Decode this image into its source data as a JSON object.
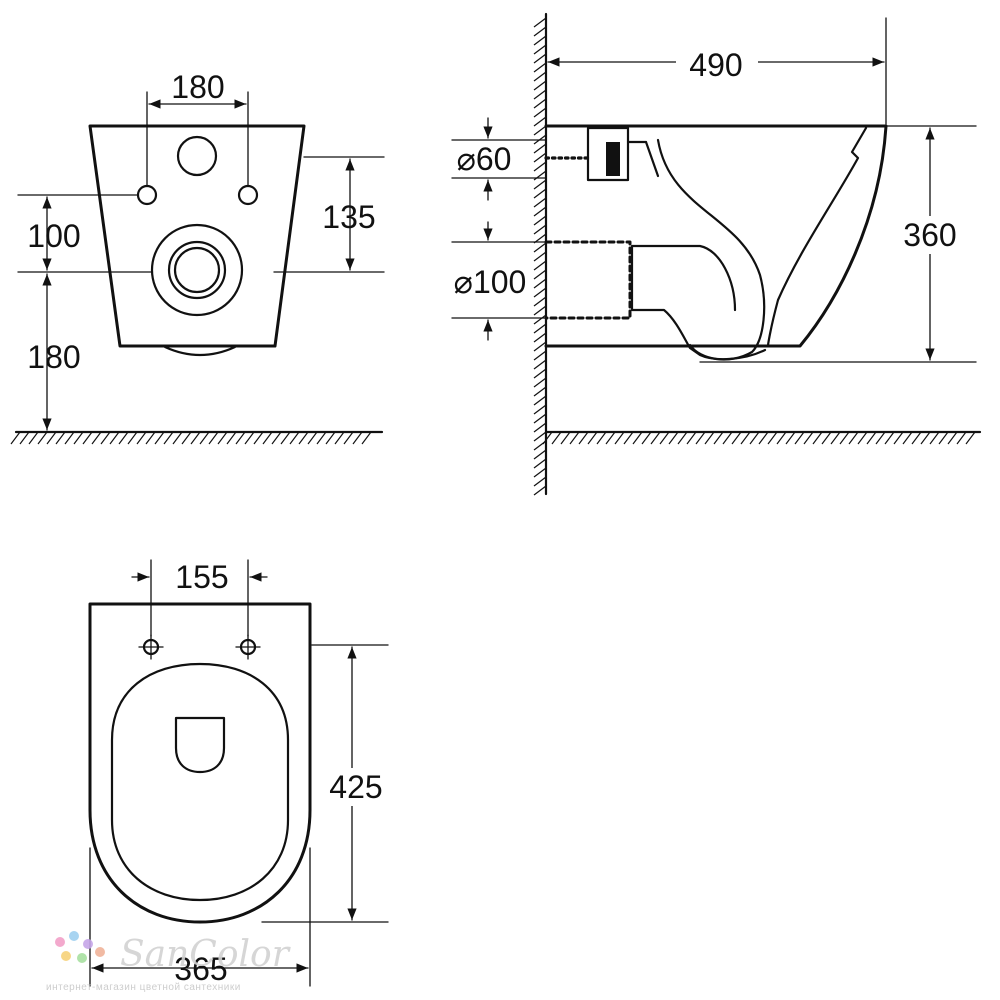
{
  "front_view": {
    "dim_width_mounting": "180",
    "dim_hole_spacing": "100",
    "dim_outlet_offset": "135",
    "dim_floor_height": "180"
  },
  "side_view": {
    "dim_depth": "490",
    "dim_inlet_diameter": "⌀60",
    "dim_outlet_diameter": "⌀100",
    "dim_height": "360"
  },
  "top_view": {
    "dim_bolt_spacing": "155",
    "dim_bowl_length": "425",
    "dim_width": "365"
  },
  "watermark": {
    "brand": "SanColor",
    "tagline": "интернет-магазин цветной сантехники",
    "dot_colors": [
      "#f2a0c8",
      "#9fd0f0",
      "#c6a6e8",
      "#f7d27a",
      "#a8e0a0",
      "#f0b39a"
    ]
  }
}
